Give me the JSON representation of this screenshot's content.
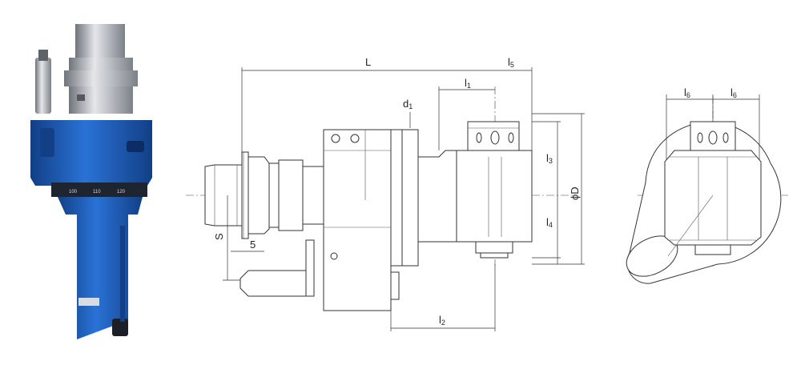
{
  "photo": {
    "dial_marks": [
      "100",
      "110",
      "120"
    ],
    "colors": {
      "body": "#1f5fbf",
      "body_dark": "#123f86",
      "steel": "#b8bcc2",
      "steel_dark": "#7c8188"
    }
  },
  "side_view": {
    "labels": {
      "L": "L",
      "l5": "l",
      "l5_sub": "5",
      "l1": "l",
      "l1_sub": "1",
      "d1": "d",
      "d1_sub": "1",
      "l3": "l",
      "l3_sub": "3",
      "l4": "l",
      "l4_sub": "4",
      "phiD": "ϕD",
      "S": "S",
      "five": "5",
      "l2": "l",
      "l2_sub": "2"
    }
  },
  "end_view": {
    "labels": {
      "l6_left": "l",
      "l6_left_sub": "6",
      "l6_right": "l",
      "l6_right_sub": "6"
    }
  }
}
